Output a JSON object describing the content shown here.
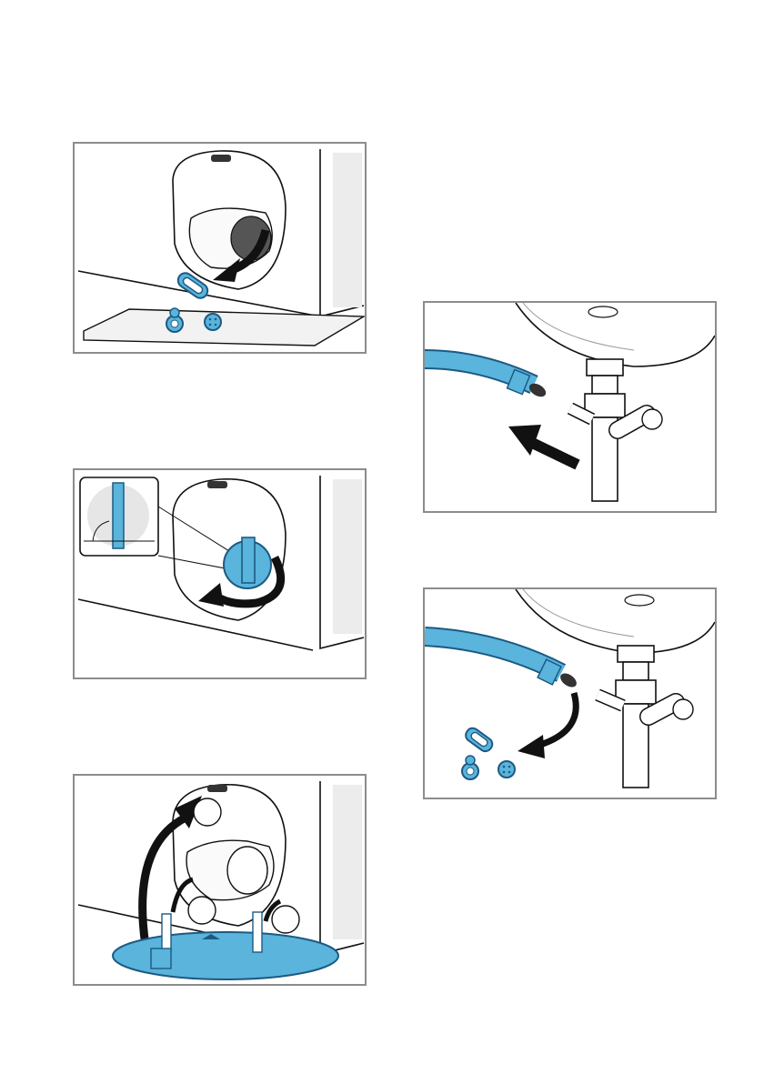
{
  "document": {
    "type": "instruction-illustrations"
  },
  "colors": {
    "frame": "#8c8c8c",
    "line": "#111111",
    "accent_blue": "#5ab4dc",
    "dark_blue": "#1c5a82",
    "machine_fill": "#ffffff",
    "shade": "#e6e6e6"
  },
  "figures": [
    {
      "id": "fig-drain-plugs"
    },
    {
      "id": "fig-turn-pump-cap"
    },
    {
      "id": "fig-refit-cover",
      "callouts": [
        "",
        "",
        ""
      ]
    },
    {
      "id": "fig-hose-to-siphon"
    },
    {
      "id": "fig-remove-hose-clip"
    }
  ],
  "icons": [
    "rotate-arrow-icon",
    "insert-arrow-icon",
    "clip-icon",
    "plug-icon",
    "cap-icon"
  ]
}
